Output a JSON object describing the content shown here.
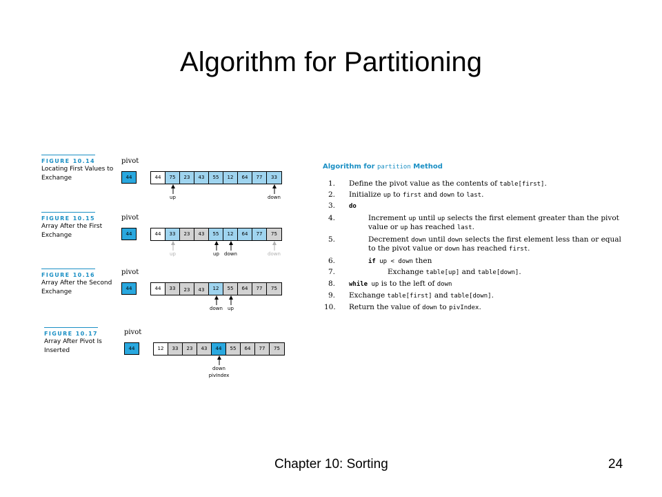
{
  "slide": {
    "title": "Algorithm for Partitioning",
    "footer_left": "Chapter 10: Sorting",
    "footer_right": "24"
  },
  "figures": [
    {
      "label": "FIGURE 10.14",
      "caption": "Locating First Values to Exchange",
      "pivot_label": "pivot",
      "pivot_value": "44",
      "cells": [
        "44",
        "75",
        "23",
        "43",
        "55",
        "12",
        "64",
        "77",
        "33"
      ],
      "pointers": [
        {
          "label": "up",
          "faded": false
        },
        {
          "label": "down",
          "faded": false
        }
      ]
    },
    {
      "label": "FIGURE 10.15",
      "caption": "Array After the First Exchange",
      "pivot_label": "pivot",
      "pivot_value": "44",
      "cells": [
        "44",
        "33",
        "23",
        "43",
        "55",
        "12",
        "64",
        "77",
        "75"
      ],
      "pointers": [
        {
          "label": "up",
          "faded": true
        },
        {
          "label": "up",
          "faded": false
        },
        {
          "label": "down",
          "faded": false
        },
        {
          "label": "down",
          "faded": true
        }
      ]
    },
    {
      "label": "FIGURE 10.16",
      "caption": "Array After the Second Exchange",
      "pivot_label": "pivot",
      "pivot_value": "44",
      "cells": [
        "44",
        "33",
        "23",
        "43",
        "12",
        "55",
        "64",
        "77",
        "75"
      ],
      "pointers": [
        {
          "label": "down",
          "faded": false
        },
        {
          "label": "up",
          "faded": false
        }
      ]
    },
    {
      "label": "FIGURE 10.17",
      "caption": "Array After Pivot Is Inserted",
      "pivot_label": "pivot",
      "pivot_value": "44",
      "cells": [
        "12",
        "33",
        "23",
        "43",
        "44",
        "55",
        "64",
        "77",
        "75"
      ],
      "pointers": [
        {
          "label": "down",
          "faded": false
        },
        {
          "label": "pivIndex",
          "faded": false
        }
      ]
    }
  ],
  "algorithm": {
    "title_prefix": "Algorithm for ",
    "title_code": "partition",
    "title_suffix": " Method",
    "steps": [
      {
        "num": "1.",
        "parts": [
          [
            "t",
            "Define the pivot value as the contents of "
          ],
          [
            "c",
            "table[first]"
          ],
          [
            "t",
            "."
          ]
        ]
      },
      {
        "num": "2.",
        "parts": [
          [
            "t",
            "Initialize "
          ],
          [
            "c",
            "up"
          ],
          [
            "t",
            " to "
          ],
          [
            "c",
            "first"
          ],
          [
            "t",
            " and "
          ],
          [
            "c",
            "down"
          ],
          [
            "t",
            " to "
          ],
          [
            "c",
            "last"
          ],
          [
            "t",
            "."
          ]
        ]
      },
      {
        "num": "3.",
        "parts": [
          [
            "b",
            "do"
          ]
        ]
      },
      {
        "num": "4.",
        "parts": [
          [
            "t",
            "Increment "
          ],
          [
            "c",
            "up"
          ],
          [
            "t",
            " until "
          ],
          [
            "c",
            "up"
          ],
          [
            "t",
            " selects the first element greater than the pivot"
          ]
        ]
      },
      {
        "num": "",
        "parts": [
          [
            "t",
            "value or "
          ],
          [
            "c",
            "up"
          ],
          [
            "t",
            " has reached "
          ],
          [
            "c",
            "last"
          ],
          [
            "t",
            "."
          ]
        ]
      },
      {
        "num": "5.",
        "parts": [
          [
            "t",
            "Decrement "
          ],
          [
            "c",
            "down"
          ],
          [
            "t",
            " until "
          ],
          [
            "c",
            "down"
          ],
          [
            "t",
            " selects the first element less than or equal"
          ]
        ]
      },
      {
        "num": "",
        "parts": [
          [
            "t",
            "to the pivot value or "
          ],
          [
            "c",
            "down"
          ],
          [
            "t",
            " has reached "
          ],
          [
            "c",
            "first"
          ],
          [
            "t",
            "."
          ]
        ]
      },
      {
        "num": "6.",
        "parts": [
          [
            "b",
            "if "
          ],
          [
            "c",
            "up < down"
          ],
          [
            "t",
            " then"
          ]
        ]
      },
      {
        "num": "7.",
        "parts": [
          [
            "t",
            "Exchange "
          ],
          [
            "c",
            "table[up]"
          ],
          [
            "t",
            " and "
          ],
          [
            "c",
            "table[down]"
          ],
          [
            "t",
            "."
          ]
        ]
      },
      {
        "num": "8.",
        "parts": [
          [
            "b",
            "while "
          ],
          [
            "c",
            "up"
          ],
          [
            "t",
            " is to the left of "
          ],
          [
            "c",
            "down"
          ]
        ]
      },
      {
        "num": "9.",
        "parts": [
          [
            "t",
            "Exchange "
          ],
          [
            "c",
            "table[first]"
          ],
          [
            "t",
            " and "
          ],
          [
            "c",
            "table[down]"
          ],
          [
            "t",
            "."
          ]
        ]
      },
      {
        "num": "10.",
        "parts": [
          [
            "t",
            "Return the value of "
          ],
          [
            "c",
            "down"
          ],
          [
            "t",
            " to "
          ],
          [
            "c",
            "pivIndex"
          ],
          [
            "t",
            "."
          ]
        ]
      }
    ]
  },
  "colors": {
    "accent_blue": "#1a8fc4",
    "cell_blue": "#9fd4ef",
    "pivot_blue": "#29a8df",
    "cell_gray": "#d2d2d2"
  }
}
